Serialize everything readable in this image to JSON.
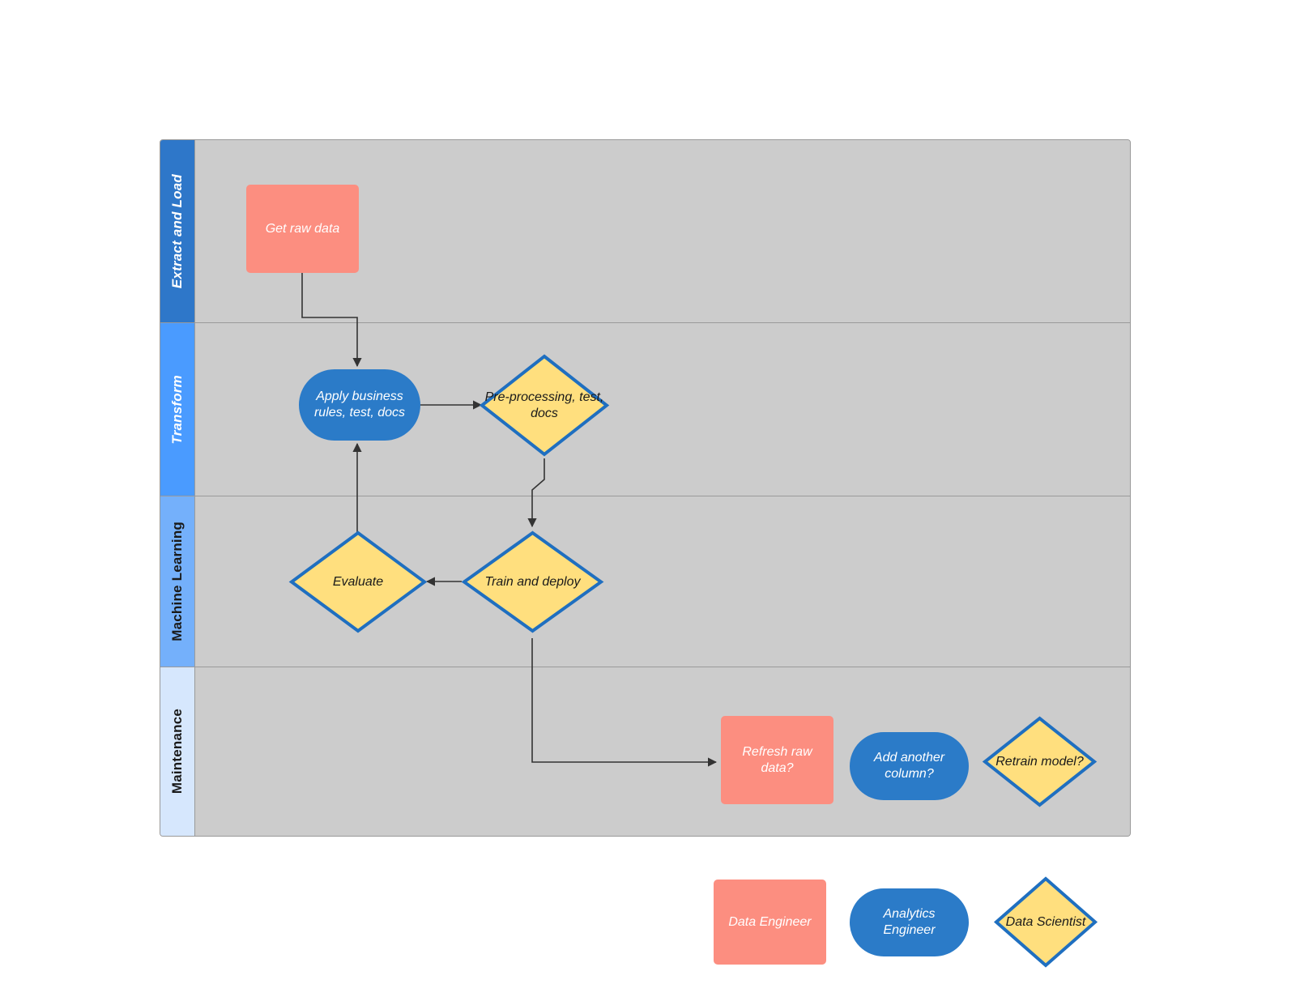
{
  "diagram": {
    "title": "Data and ML workflow swimlane",
    "type": "swimlane-flowchart"
  },
  "colors": {
    "lane_body": "#cccccc",
    "lane_border": "#9a9a9a",
    "data_engineer": "#fc8e80",
    "analytics_engineer": "#2b7bc8",
    "data_scientist_fill": "#ffdf7e",
    "data_scientist_stroke": "#1f6fc0",
    "connector": "#333333",
    "lane_extract_header": "#2e77c9",
    "lane_transform_header": "#4a9bff",
    "lane_ml_header": "#74b0fb",
    "lane_maintenance_header": "#d6e7fd"
  },
  "lanes": [
    {
      "id": "extract-and-load",
      "label": "Extract and Load",
      "header_bg": "#2e77c9",
      "header_text": "#ffffff",
      "italic": true
    },
    {
      "id": "transform",
      "label": "Transform",
      "header_bg": "#4a9bff",
      "header_text": "#ffffff",
      "italic": true
    },
    {
      "id": "machine-learning",
      "label": "Machine Learning",
      "header_bg": "#74b0fb",
      "header_text": "#1a1a1a",
      "italic": false
    },
    {
      "id": "maintenance",
      "label": "Maintenance",
      "header_bg": "#d6e7fd",
      "header_text": "#1a1a1a",
      "italic": false
    }
  ],
  "nodes": {
    "get_raw_data": {
      "label": "Get raw data",
      "shape": "rect",
      "role": "Data Engineer",
      "lane": "Extract and Load"
    },
    "apply_business_rules": {
      "label": "Apply business rules, test, docs",
      "shape": "rounded",
      "role": "Analytics Engineer",
      "lane": "Transform"
    },
    "pre_processing": {
      "label": "Pre-processing, test, docs",
      "shape": "diamond",
      "role": "Data Scientist",
      "lane": "Transform"
    },
    "evaluate": {
      "label": "Evaluate",
      "shape": "diamond",
      "role": "Data Scientist",
      "lane": "Machine Learning"
    },
    "train_and_deploy": {
      "label": "Train and deploy",
      "shape": "diamond",
      "role": "Data Scientist",
      "lane": "Machine Learning"
    },
    "refresh_raw_data": {
      "label": "Refresh raw data?",
      "shape": "rect",
      "role": "Data Engineer",
      "lane": "Maintenance"
    },
    "add_another_column": {
      "label": "Add another column?",
      "shape": "rounded",
      "role": "Analytics Engineer",
      "lane": "Maintenance"
    },
    "retrain_model": {
      "label": "Retrain model?",
      "shape": "diamond",
      "role": "Data Scientist",
      "lane": "Maintenance"
    }
  },
  "edges": [
    {
      "from": "get_raw_data",
      "to": "apply_business_rules",
      "label": ""
    },
    {
      "from": "apply_business_rules",
      "to": "pre_processing",
      "label": ""
    },
    {
      "from": "pre_processing",
      "to": "train_and_deploy",
      "label": ""
    },
    {
      "from": "train_and_deploy",
      "to": "evaluate",
      "label": ""
    },
    {
      "from": "evaluate",
      "to": "apply_business_rules",
      "label": ""
    },
    {
      "from": "train_and_deploy",
      "to": "refresh_raw_data",
      "label": ""
    }
  ],
  "legend": {
    "items": [
      {
        "id": "data-engineer",
        "label": "Data Engineer",
        "shape": "rect",
        "fill": "#fc8e80",
        "text": "#ffffff"
      },
      {
        "id": "analytics-engineer",
        "label": "Analytics Engineer",
        "shape": "rounded",
        "fill": "#2b7bc8",
        "text": "#ffffff"
      },
      {
        "id": "data-scientist",
        "label": "Data Scientist",
        "shape": "diamond",
        "fill": "#ffdf7e",
        "text": "#1a1a1a"
      }
    ]
  }
}
